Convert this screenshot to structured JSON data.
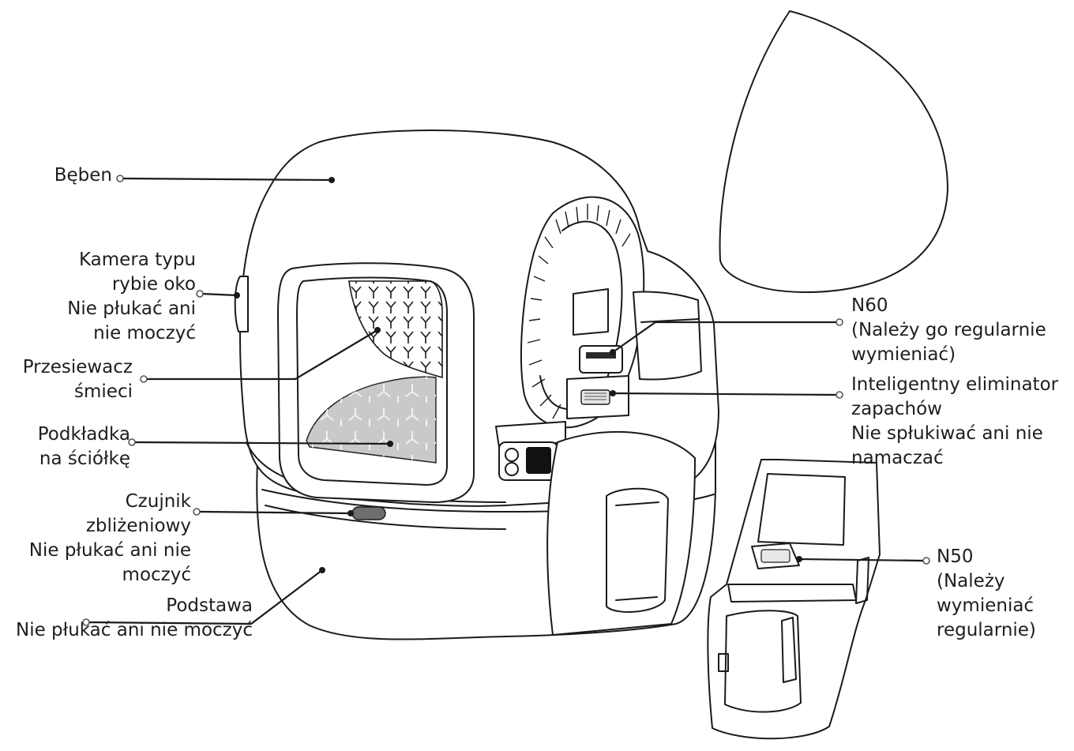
{
  "labels": {
    "drum": [
      "Bęben"
    ],
    "camera": [
      "Kamera typu",
      "rybie oko",
      "Nie płukać ani",
      "nie moczyć"
    ],
    "sieve": [
      "Przesiewacz",
      "śmieci"
    ],
    "mat": [
      "Podkładka",
      "na ściółkę"
    ],
    "proximity": [
      "Czujnik",
      "zbliżeniowy",
      "Nie płukać ani nie",
      "moczyć"
    ],
    "base": [
      "Podstawa",
      "Nie płukać ani nie moczyć"
    ],
    "n60": [
      "N60",
      "(Należy go regularnie",
      "wymieniać)"
    ],
    "eliminator": [
      "Inteligentny eliminator",
      "zapachów",
      "Nie spłukiwać ani nie",
      "namaczać"
    ],
    "n50": [
      "N50",
      "(Należy",
      "wymieniać",
      "regularnie)"
    ]
  },
  "colors": {
    "line": "#1a1a1a",
    "mat_fill": "#c9c9c9",
    "sensor_fill": "#6e6e6e"
  },
  "icons": [
    "leader-dot",
    "anchor-dot"
  ]
}
